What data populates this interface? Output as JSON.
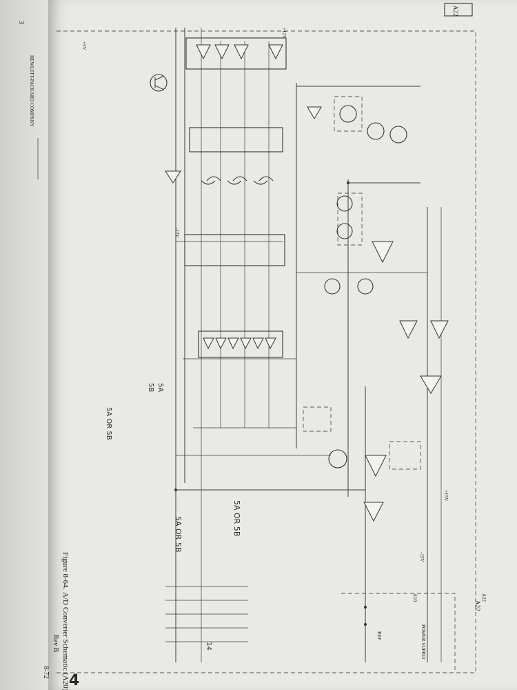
{
  "header": {
    "a22_left": "A22",
    "a22_right": "A22",
    "company_left": "HEWLETT-PACKARD COMPANY",
    "page_marker": "3",
    "sheet_number": "4"
  },
  "caption": {
    "figure": "Figure 8-64.",
    "title": "A/D Converter Schematic (A20)",
    "rev": "Rev B",
    "page": "8-72"
  },
  "handwriting": {
    "note1": "5A OR 5B",
    "note2": "5A OR 5B",
    "note3": "5A",
    "note4": "5B",
    "note5": "5A OR 5B",
    "mark14": "14"
  },
  "labels": {
    "assembly": "A10",
    "assembly2": "A22",
    "power_supply": "POWER SUPPLY",
    "ref_label": "REF",
    "plus12": "+12V",
    "minus12": "-12V",
    "plus15": "+15V",
    "minus15": "-15V",
    "plus5": "+5V"
  }
}
